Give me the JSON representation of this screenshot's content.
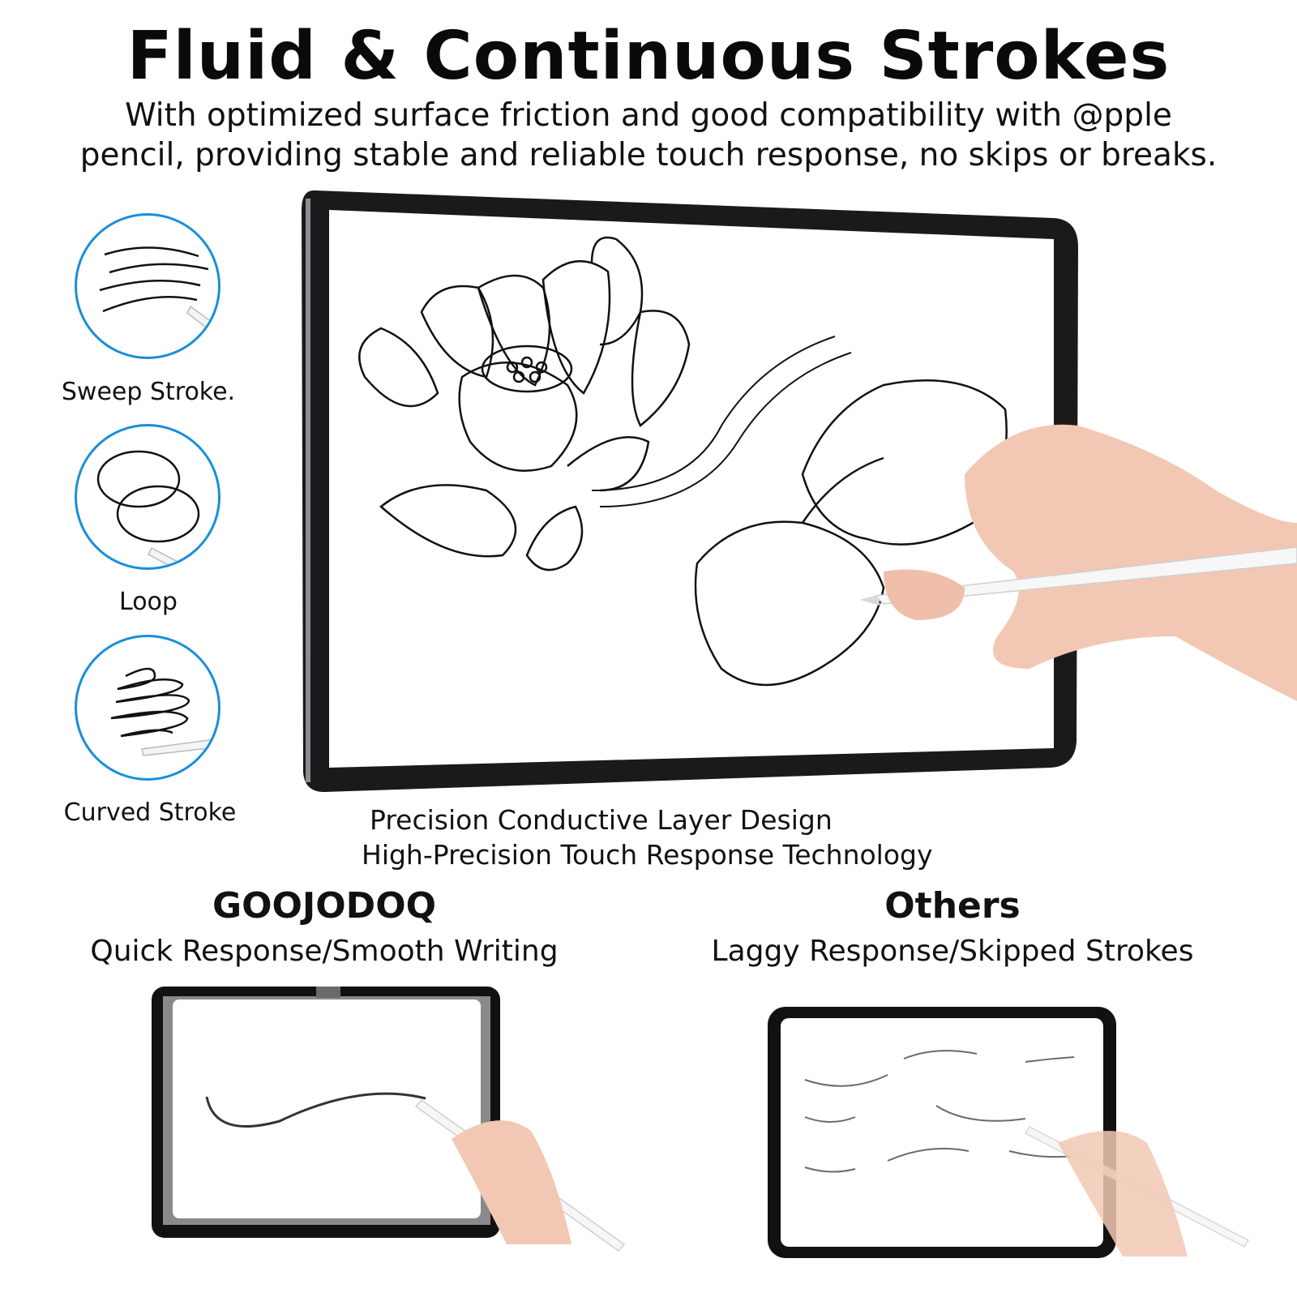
{
  "header": {
    "title": "Fluid & Continuous Strokes",
    "subtitle_line1": "With optimized surface friction and good compatibility with @pple",
    "subtitle_line2": "pencil, providing stable and reliable touch response, no skips or breaks."
  },
  "stroke_types": [
    {
      "label": "Sweep Stroke.",
      "icon": "sweep-stroke-icon"
    },
    {
      "label": "Loop",
      "icon": "loop-stroke-icon"
    },
    {
      "label": "Curved Stroke",
      "icon": "curved-stroke-icon"
    }
  ],
  "features": {
    "line1": "Precision Conductive Layer Design",
    "line2": "High-Precision Touch Response Technology"
  },
  "comparison": {
    "left": {
      "brand": "GOOJODOQ",
      "description": "Quick Response/Smooth Writing"
    },
    "right": {
      "brand": "Others",
      "description": "Laggy Response/Skipped Strokes"
    }
  },
  "colors": {
    "accent_circle": "#1a8ed8",
    "text": "#111111",
    "bezel": "#111111"
  }
}
